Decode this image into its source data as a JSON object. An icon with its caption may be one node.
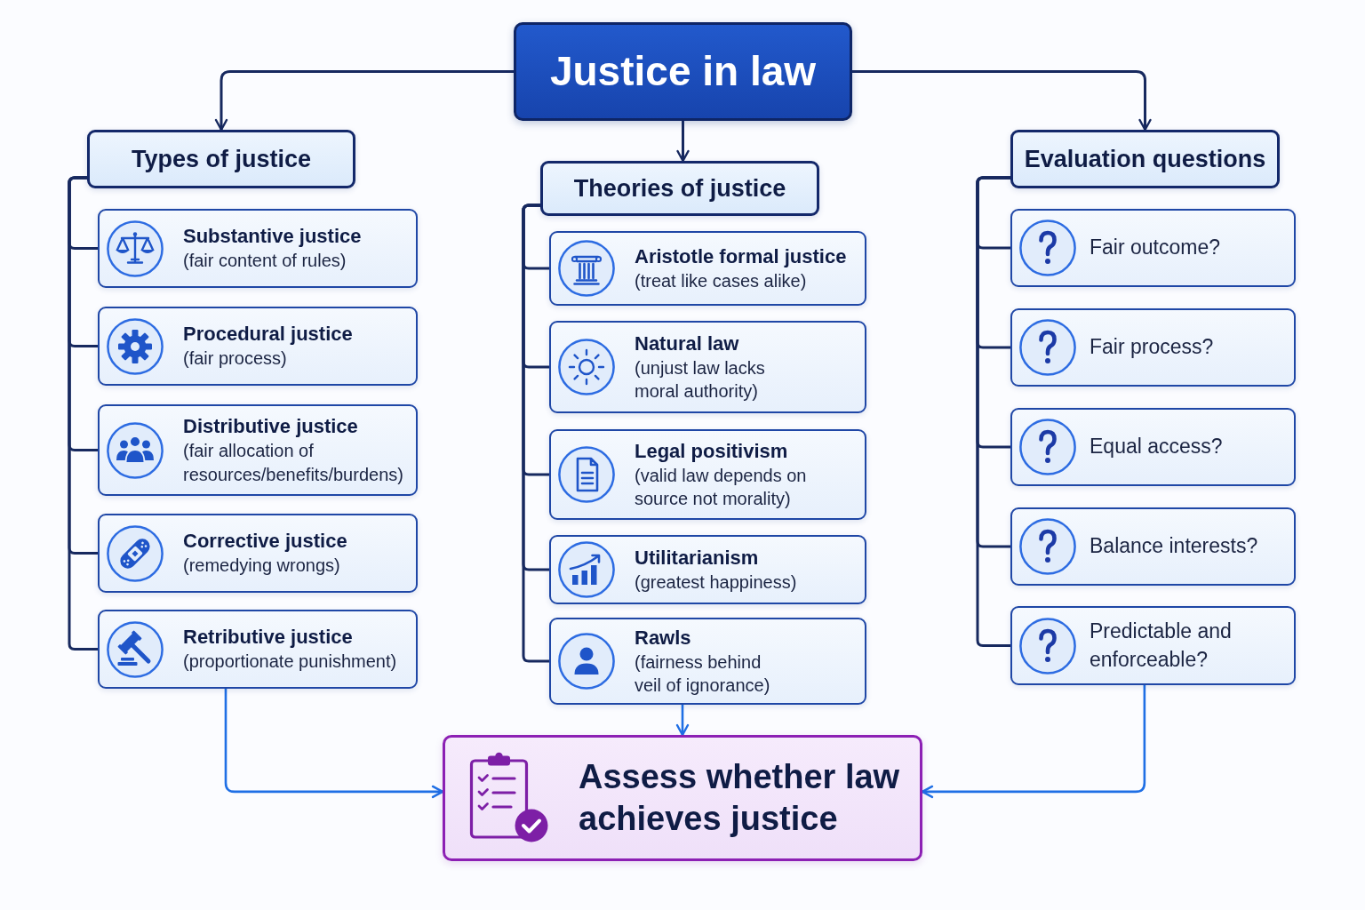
{
  "diagram": {
    "nodes": [
      {
        "text": [
          "Justice in law"
        ]
      },
      {
        "text": [
          "Types of justice"
        ]
      },
      {
        "text": [
          "Theories of justice"
        ]
      },
      {
        "text": [
          "Evaluation questions"
        ]
      },
      {
        "text": [
          "Substantive justice",
          "(fair content of rules)"
        ]
      },
      {
        "text": [
          "Procedural justice",
          "(fair process)"
        ]
      },
      {
        "text": [
          "Distributive justice",
          "(fair allocation of resources/benefits/burdens)"
        ]
      },
      {
        "text": [
          "Corrective justice",
          "(remedying wrongs)"
        ]
      },
      {
        "text": [
          "Retributive justice",
          "(proportionate punishment)"
        ]
      },
      {
        "text": [
          "Aristotle formal justice",
          "(treat like cases alike)"
        ]
      },
      {
        "text": [
          "Natural law",
          "(unjust law lacks moral authority)"
        ]
      },
      {
        "text": [
          "Legal positivism",
          "(valid law depends on source not morality)"
        ]
      },
      {
        "text": [
          "Utilitarianism",
          "(greatest happiness)"
        ]
      },
      {
        "text": [
          "Rawls",
          "(fairness behind veil of ignorance)"
        ]
      },
      {
        "text": [
          "Fair outcome?"
        ]
      },
      {
        "text": [
          "Fair process?"
        ]
      },
      {
        "text": [
          "Equal access?"
        ]
      },
      {
        "text": [
          "Balance interests?"
        ]
      },
      {
        "text": [
          "Predictable and enforceable?"
        ]
      },
      {
        "text": [
          "Assess whether law achieves justice"
        ]
      }
    ],
    "edges": [
      {
        "from": 0,
        "to": 1,
        "arrow": "to"
      },
      {
        "from": 0,
        "to": 2,
        "arrow": "to"
      },
      {
        "from": 0,
        "to": 3,
        "arrow": "to"
      },
      {
        "from": 1,
        "to": 4,
        "arrow": "none"
      },
      {
        "from": 1,
        "to": 5,
        "arrow": "none"
      },
      {
        "from": 1,
        "to": 6,
        "arrow": "none"
      },
      {
        "from": 1,
        "to": 7,
        "arrow": "none"
      },
      {
        "from": 1,
        "to": 8,
        "arrow": "none"
      },
      {
        "from": 2,
        "to": 9,
        "arrow": "none"
      },
      {
        "from": 2,
        "to": 10,
        "arrow": "none"
      },
      {
        "from": 2,
        "to": 11,
        "arrow": "none"
      },
      {
        "from": 2,
        "to": 12,
        "arrow": "none"
      },
      {
        "from": 2,
        "to": 13,
        "arrow": "none"
      },
      {
        "from": 3,
        "to": 14,
        "arrow": "none"
      },
      {
        "from": 3,
        "to": 15,
        "arrow": "none"
      },
      {
        "from": 3,
        "to": 16,
        "arrow": "none"
      },
      {
        "from": 3,
        "to": 17,
        "arrow": "none"
      },
      {
        "from": 3,
        "to": 18,
        "arrow": "none"
      },
      {
        "from": 8,
        "to": 19,
        "arrow": "to",
        "color": "#1f6fe5"
      },
      {
        "from": 13,
        "to": 19,
        "arrow": "to",
        "color": "#1f6fe5"
      },
      {
        "from": 18,
        "to": 19,
        "arrow": "to",
        "color": "#1f6fe5"
      }
    ]
  }
}
